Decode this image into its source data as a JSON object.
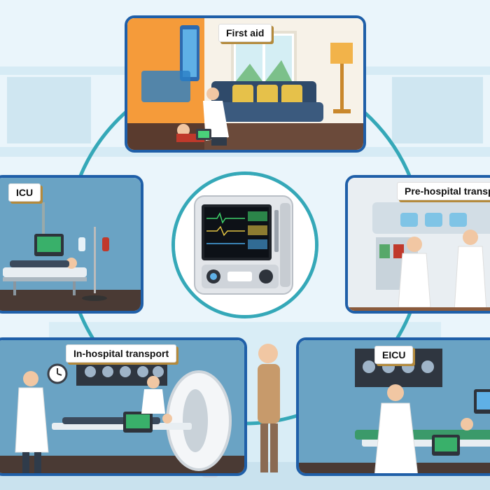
{
  "scenes": {
    "first_aid": {
      "label": "First aid"
    },
    "icu": {
      "label": "ICU"
    },
    "pre_hospital": {
      "label": "Pre-hospital transport"
    },
    "in_hospital": {
      "label": "In-hospital transport"
    },
    "eicu": {
      "label": "EICU"
    }
  },
  "colors": {
    "card_border": "#1f5fa8",
    "ring": "#35a8b8",
    "label_shadow": "#b48a3c",
    "background": "#eaf5fb"
  },
  "icons": [
    "patient-monitor-icon",
    "doctor-icon",
    "nurse-icon",
    "patient-bed-icon",
    "iv-drip-icon",
    "ct-scanner-icon",
    "xray-panel-icon",
    "clock-icon",
    "window-icon",
    "lamp-icon",
    "sofa-icon",
    "ambulance-interior-icon"
  ]
}
